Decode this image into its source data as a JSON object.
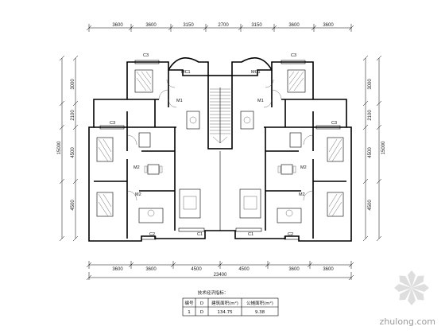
{
  "top_dims": [
    "3600",
    "3600",
    "3150",
    "2700",
    "3150",
    "3600",
    "3600"
  ],
  "bottom_dims": [
    "3600",
    "3600",
    "4500",
    "4500",
    "3600",
    "3600"
  ],
  "total_width": "23400",
  "left_dims": [
    "3000",
    "2100",
    "4500",
    "4500"
  ],
  "right_dims": [
    "3000",
    "2100",
    "4500",
    "4500"
  ],
  "overall_height": "15000",
  "room_labels": {
    "c3": "C3",
    "mc1": "MC1",
    "m1": "M1",
    "m2": "M2",
    "c1": "C1",
    "c2": "C2"
  },
  "table": {
    "title": "技术经济指标：",
    "headers": [
      "编号",
      "D",
      "建筑面积(m²)",
      "公摊面积(m²)"
    ],
    "row": [
      "1",
      "D",
      "134.75",
      "9.38"
    ]
  },
  "watermark": "zhulong.com"
}
